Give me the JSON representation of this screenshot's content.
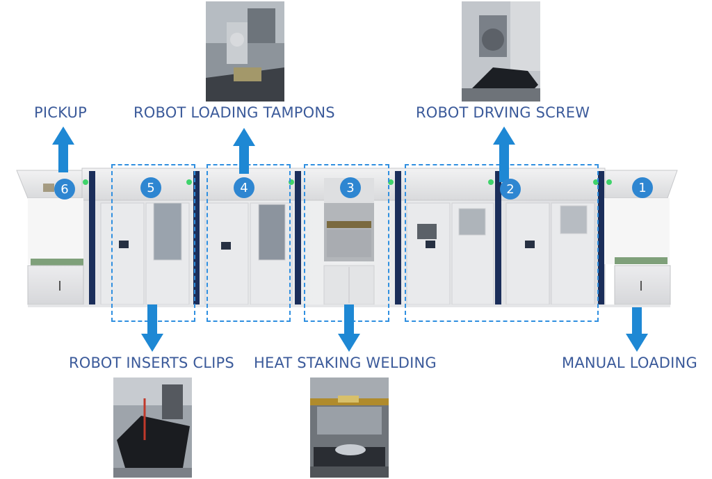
{
  "stations": [
    {
      "number": "1",
      "label": "MANUAL LOADING"
    },
    {
      "number": "2",
      "label": "ROBOT DRVING SCREW"
    },
    {
      "number": "3",
      "label": "HEAT STAKING WELDING"
    },
    {
      "number": "4",
      "label": "ROBOT LOADING TAMPONS"
    },
    {
      "number": "5",
      "label": "ROBOT INSERTS CLIPS"
    },
    {
      "number": "6",
      "label": "PICKUP"
    }
  ],
  "colors": {
    "label_text": "#3b5a9a",
    "arrow": "#1e88d4",
    "badge": "#2e86d1",
    "zone_border": "#2f8fe0",
    "machine_panel": "#e7e8ea",
    "pillar": "#1b2e5a"
  }
}
